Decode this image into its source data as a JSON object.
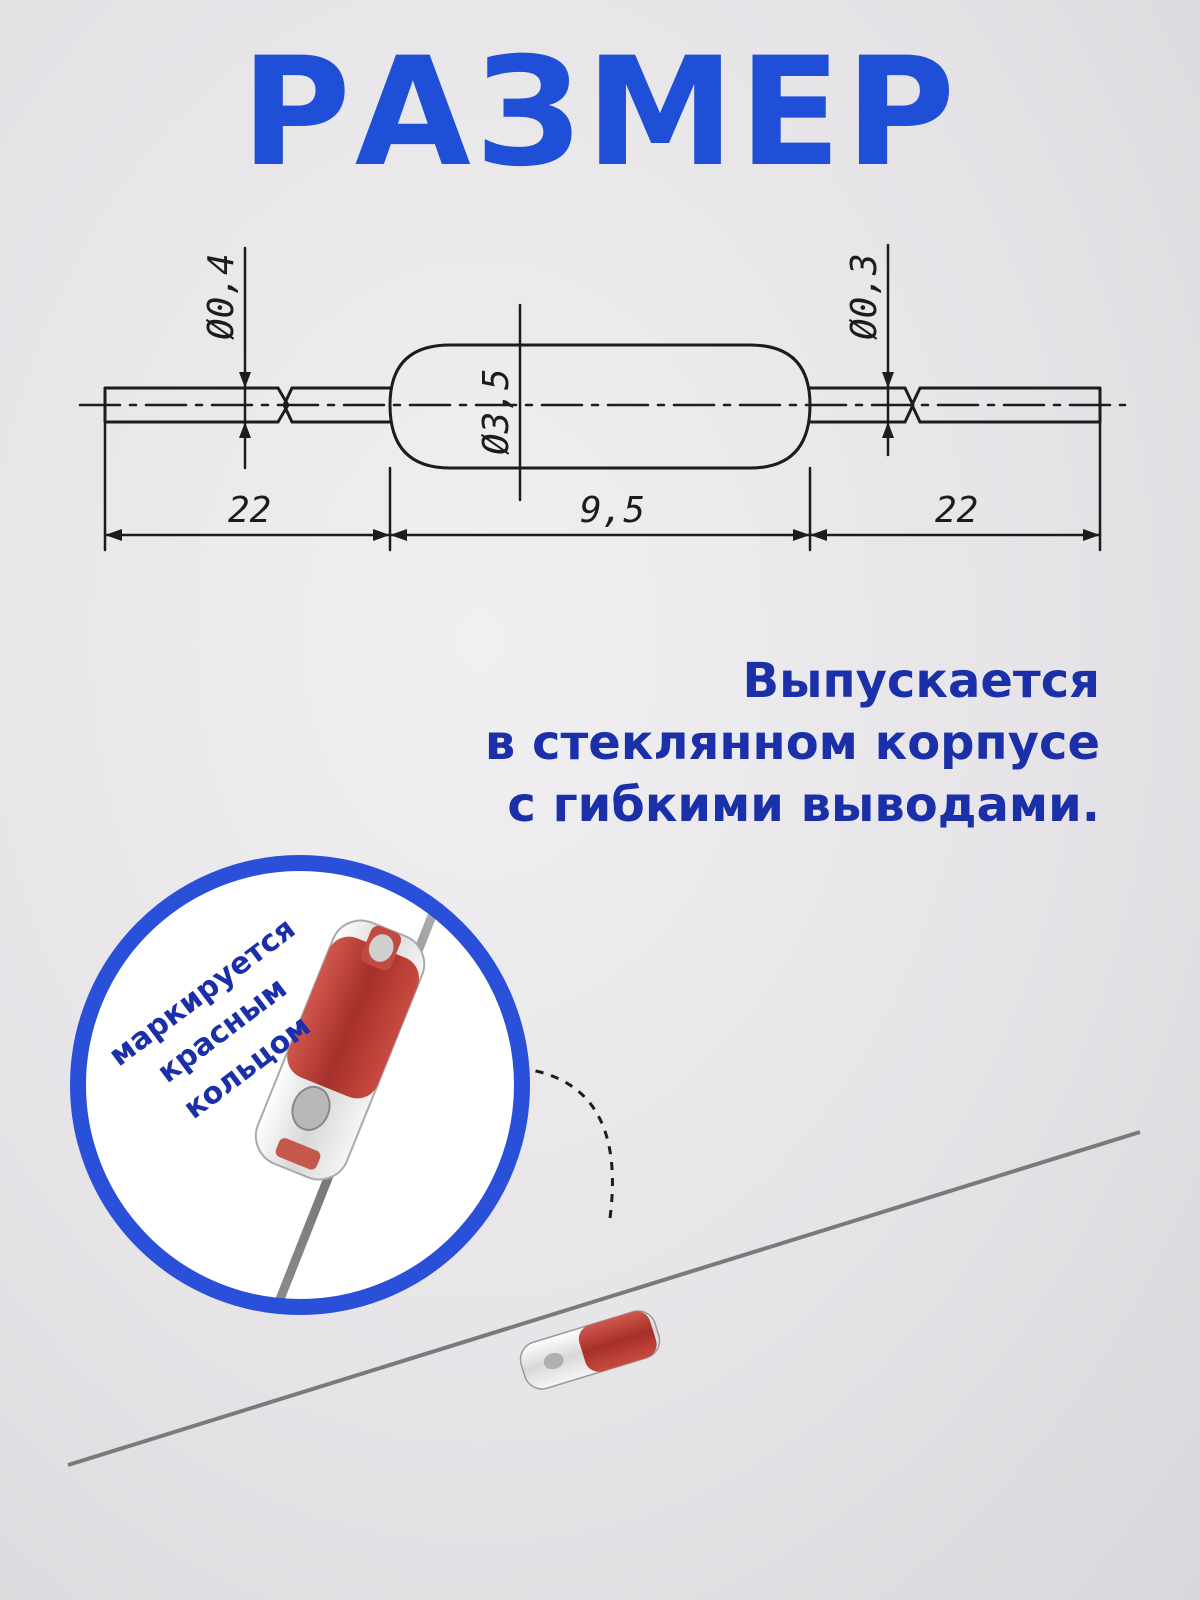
{
  "page": {
    "title": "РАЗМЕР",
    "description_lines": [
      "Выпускается",
      "в стеклянном корпусе",
      "с гибкими выводами."
    ],
    "callout_lines": [
      "маркируется",
      "красным",
      "кольцом"
    ]
  },
  "drawing": {
    "dim_lead_left": "22",
    "dim_body": "9,5",
    "dim_lead_right": "22",
    "dia_lead_left": "Ø0,4",
    "dia_body": "Ø3,5",
    "dia_lead_right": "Ø0,3"
  },
  "colors": {
    "title": "#1f4fd6",
    "text": "#1a2fa8",
    "circle_border": "#2a4fd8",
    "marking_ring": "#b53a32"
  }
}
